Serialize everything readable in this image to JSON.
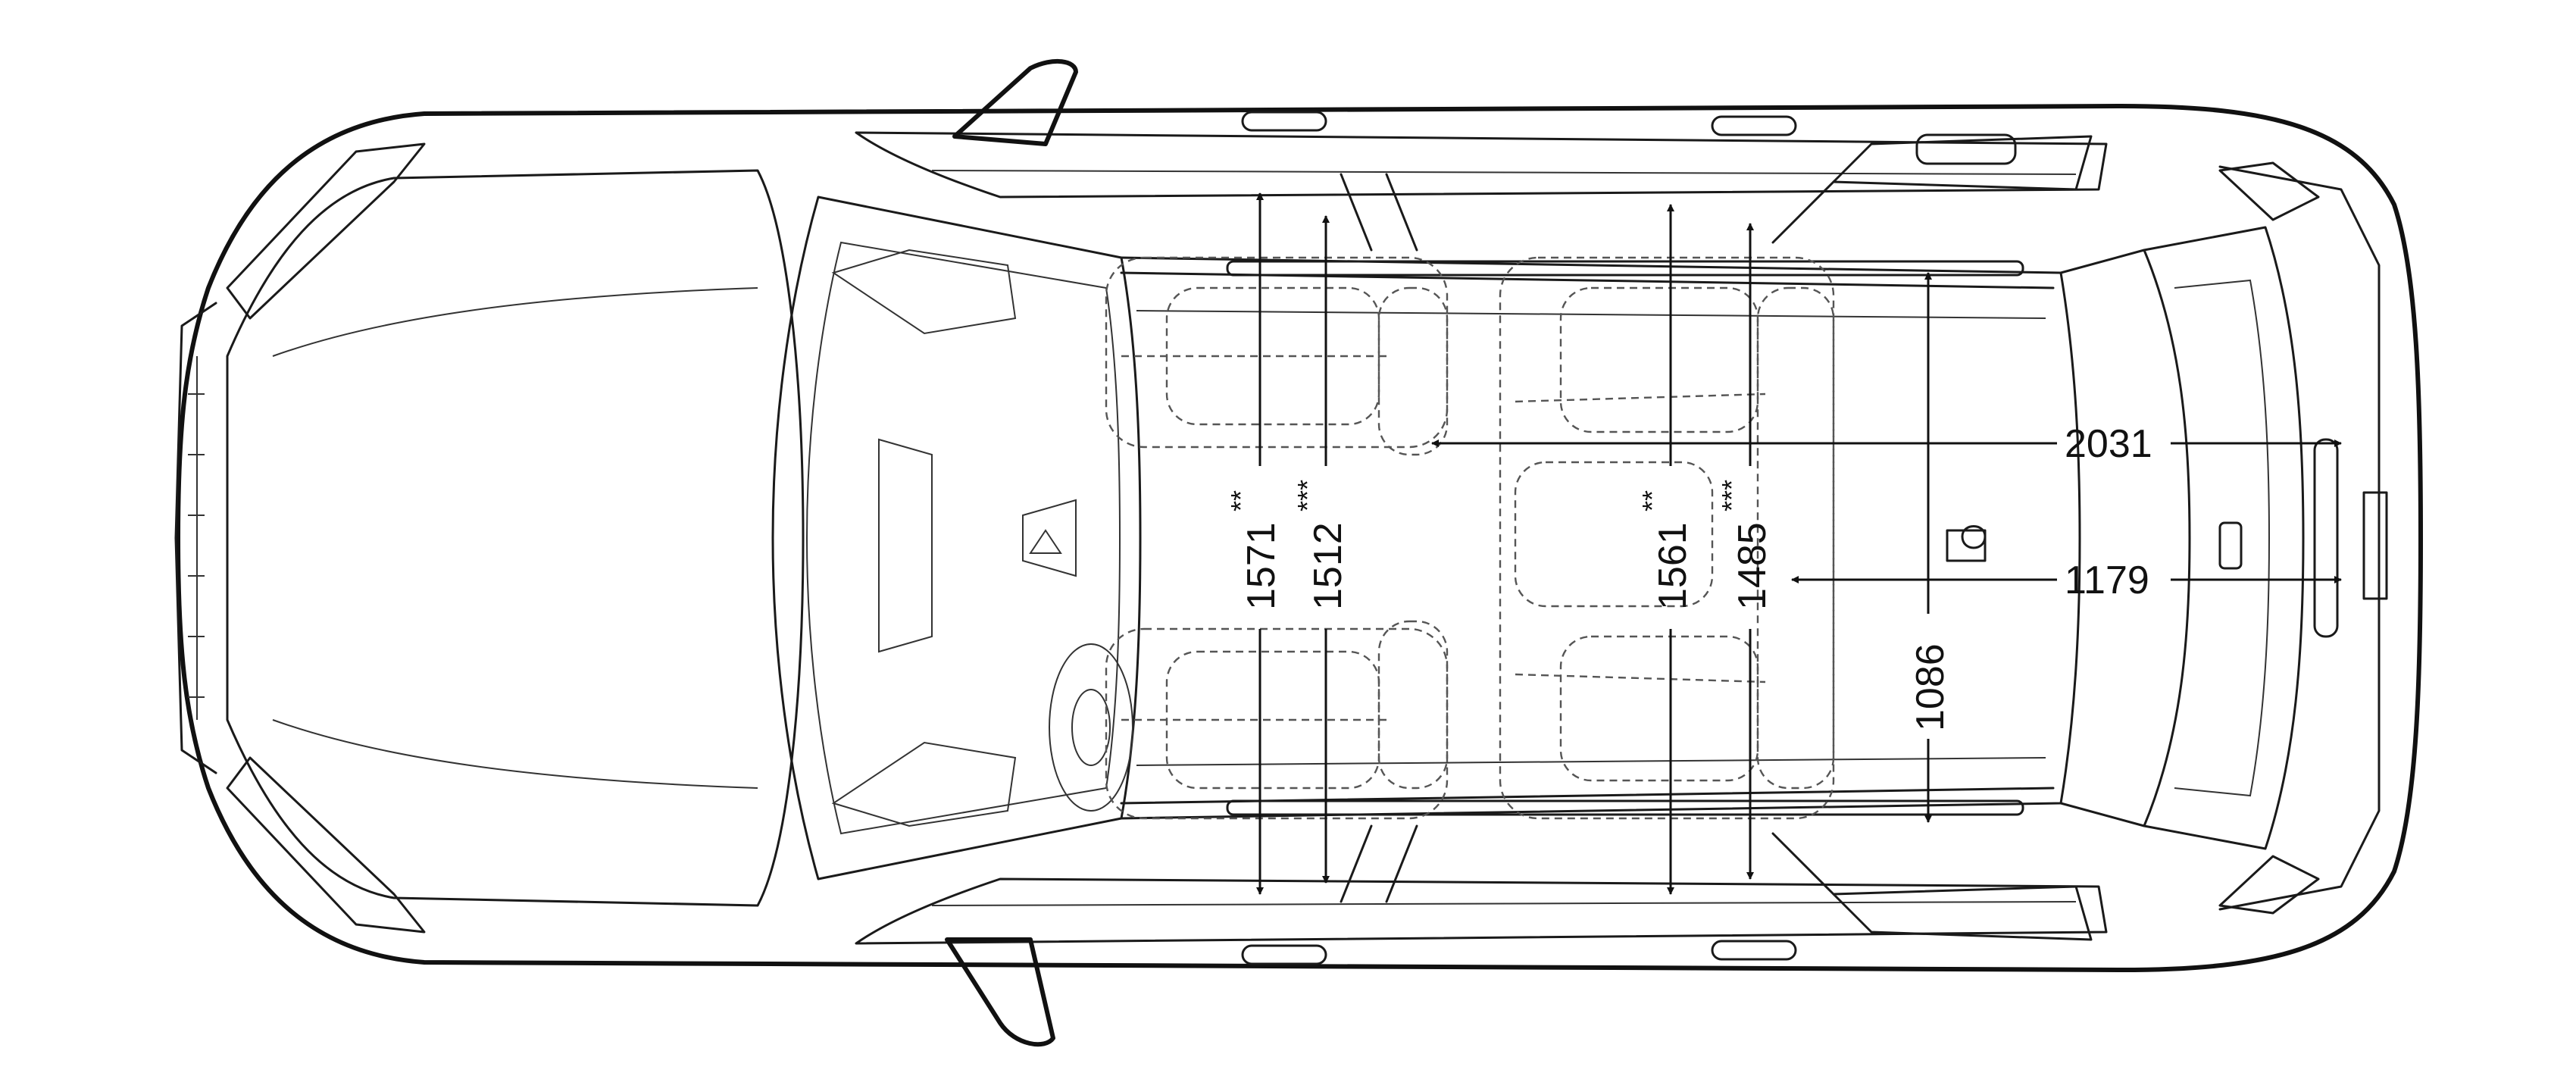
{
  "dimensions": {
    "overall_width_label": "2031",
    "rear_track_width_label": "1179",
    "cargo_width_label": "1086",
    "front_headroom_label": "1571",
    "front_headroom_mark": "**",
    "front_headroom_alt_label": "1512",
    "front_headroom_alt_mark": "***",
    "rear_headroom_label": "1561",
    "rear_headroom_mark": "**",
    "rear_headroom_alt_label": "1485",
    "rear_headroom_alt_mark": "***"
  },
  "colors": {
    "line": "#111111",
    "background": "#ffffff"
  }
}
